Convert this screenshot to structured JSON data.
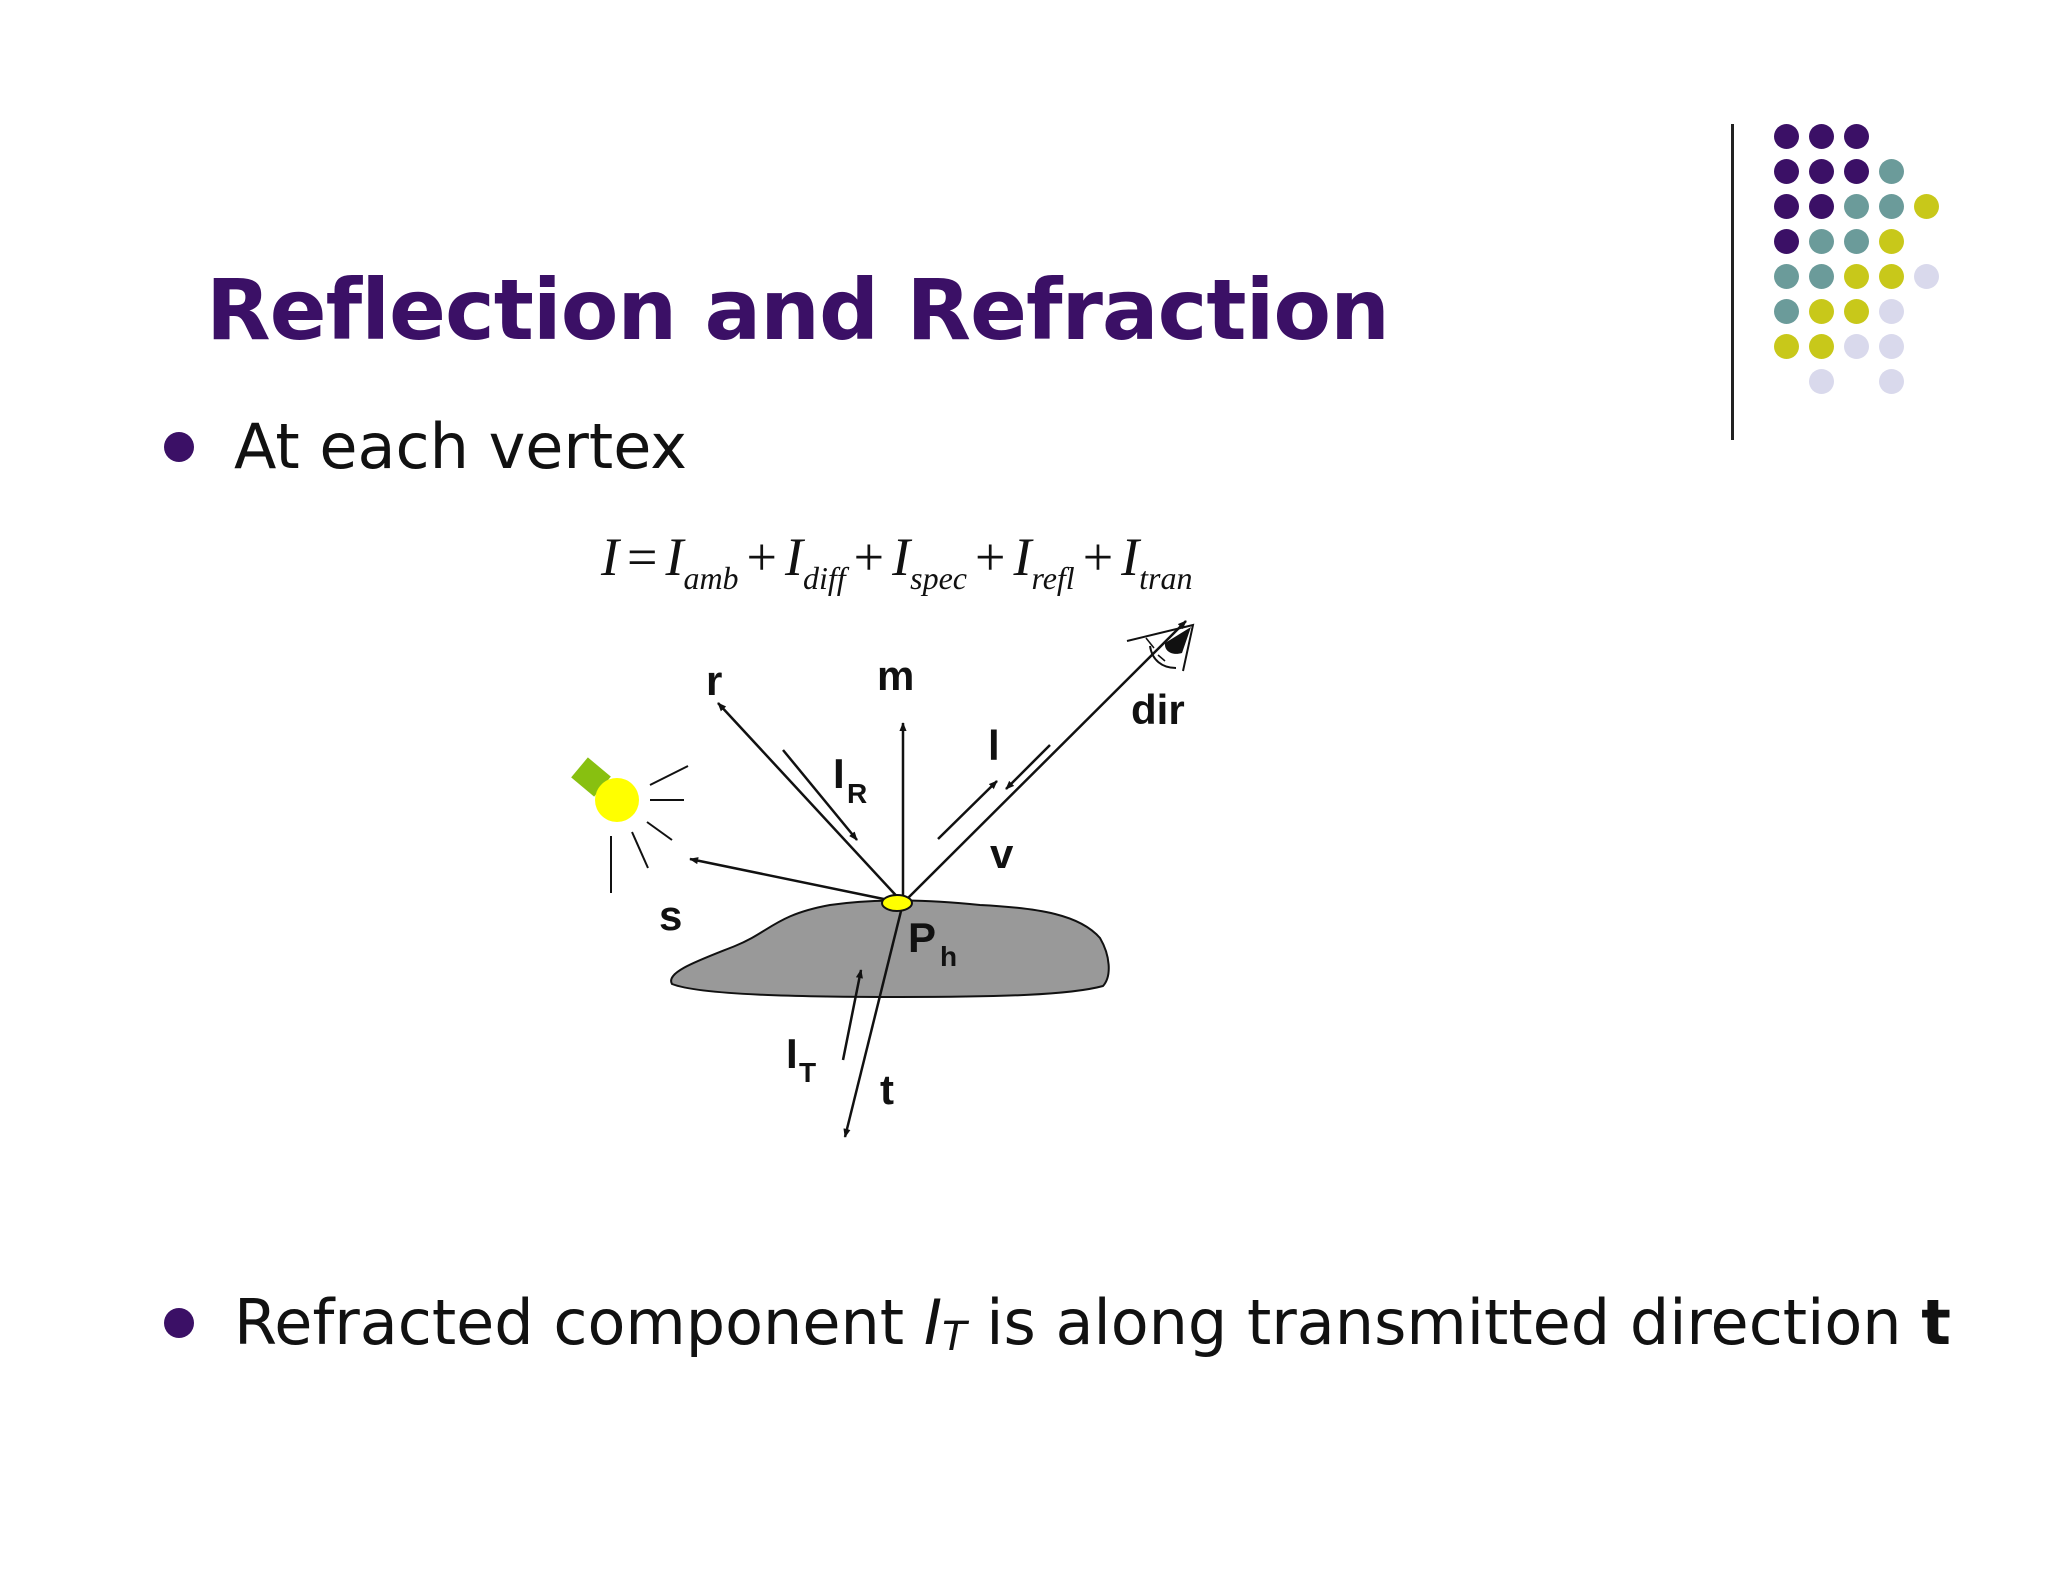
{
  "slide": {
    "title": "Reflection and Refraction",
    "bullets": [
      {
        "text": "At each vertex"
      },
      {
        "prefix": "Refracted component ",
        "symbol": "I",
        "symbol_sub": "T",
        "middle": " is along transmitted direction ",
        "bold_end": "t"
      }
    ]
  },
  "equation": {
    "lhs": "I",
    "eq": "=",
    "plus": "+",
    "terms": [
      {
        "base": "I",
        "sub": "amb"
      },
      {
        "base": "I",
        "sub": "diff"
      },
      {
        "base": "I",
        "sub": "spec"
      },
      {
        "base": "I",
        "sub": "refl"
      },
      {
        "base": "I",
        "sub": "tran"
      }
    ]
  },
  "diagram": {
    "labels": {
      "r": "r",
      "m": "m",
      "l": "l",
      "dir": "dir",
      "IR": "I",
      "IR_sub": "R",
      "v": "v",
      "s": "s",
      "Ph": "P",
      "Ph_sub": "h",
      "IT": "I",
      "IT_sub": "T",
      "t": "t"
    }
  },
  "colors": {
    "title": "#3b1066",
    "purple": "#3b1066",
    "teal": "#6b9b9a",
    "olive": "#c8c81a",
    "lavender": "#d9d9ec",
    "surface": "#999999",
    "light_yellow": "#ffff00",
    "light_green": "#88c010"
  }
}
